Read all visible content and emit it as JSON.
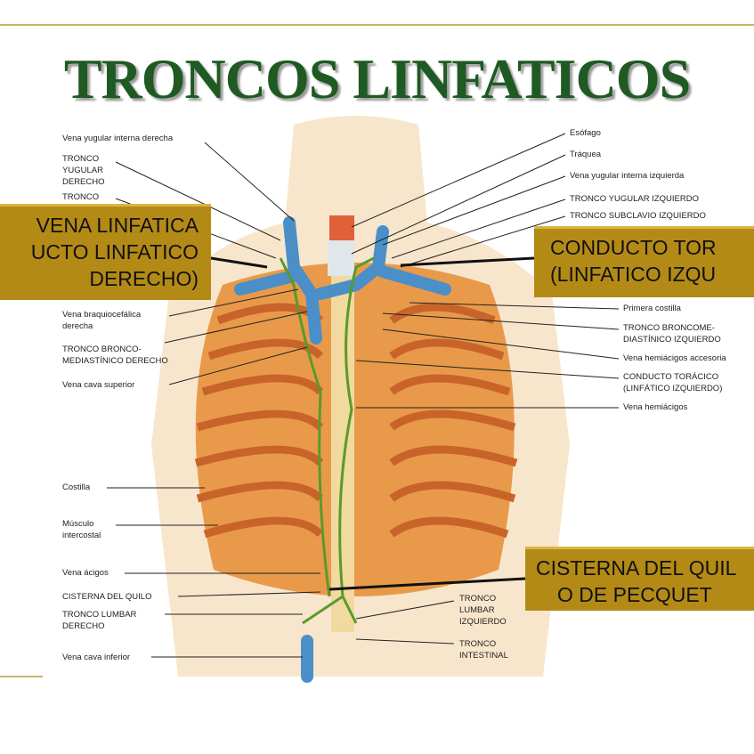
{
  "title": "TRONCOS LINFATICOS",
  "labels_left": {
    "vena_yugular_der": "Vena yugular interna derecha",
    "tronco_yugular_der": [
      "TRONCO",
      "YUGULAR",
      "DERECHO"
    ],
    "tronco": "TRONCO",
    "vena_braquio": [
      "Vena braquiocefálica",
      "derecha"
    ],
    "tronco_bronco_der": [
      "TRONCO BRONCO-",
      "MEDIASTÍNICO DERECHO"
    ],
    "vena_cava_sup": "Vena cava superior",
    "costilla": "Costilla",
    "musculo": [
      "Músculo",
      "intercostal"
    ],
    "vena_acigos": "Vena ácigos",
    "cisterna": "CISTERNA DEL QUILO",
    "tronco_lumbar_der": [
      "TRONCO LUMBAR",
      "DERECHO"
    ],
    "vena_cava_inf": "Vena cava inferior"
  },
  "labels_right": {
    "esofago": "Esófago",
    "traquea": "Tráquea",
    "vena_yugular_izq": "Vena yugular interna izquierda",
    "tronco_yugular_izq": "TRONCO YUGULAR IZQUIERDO",
    "tronco_subclavio_izq": "TRONCO SUBCLAVIO IZQUIERDO",
    "primera_costilla": "Primera costilla",
    "tronco_bronco_izq": [
      "TRONCO BRONCOME-",
      "DIASTÍNICO IZQUIERDO"
    ],
    "hemiacigos_acc": "Vena hemiácigos accesoria",
    "conducto_toracico": [
      "CONDUCTO TORÁCICO",
      "(LINFÁTICO IZQUIERDO)"
    ],
    "hemiacigos": "Vena hemiácigos",
    "tronco_lumbar_izq": [
      "TRONCO",
      "LUMBAR",
      "IZQUIERDO"
    ],
    "tronco_intestinal": [
      "TRONCO",
      "INTESTINAL"
    ]
  },
  "callouts": {
    "right_duct": [
      "VENA LINFATICA",
      "UCTO LINFATICO",
      "DERECHO)"
    ],
    "thoracic_duct": [
      "CONDUCTO TOR",
      "(LINFATICO IZQU"
    ],
    "cisterna": [
      "CISTERNA DEL QUIL",
      "O DE PECQUET"
    ]
  }
}
